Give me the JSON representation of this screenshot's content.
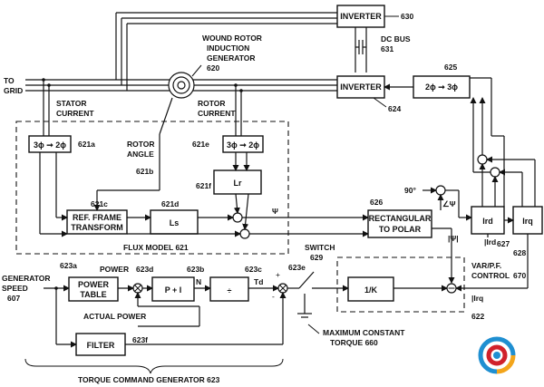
{
  "labels": {
    "inverter_top": "INVERTER",
    "ref_630": "630",
    "dc_bus": "DC BUS",
    "ref_631": "631",
    "wound_rotor_1": "WOUND ROTOR",
    "wound_rotor_2": "INDUCTION",
    "wound_rotor_3": "GENERATOR",
    "ref_620": "620",
    "to_grid_1": "TO",
    "to_grid_2": "GRID",
    "inverter_mid": "INVERTER",
    "ref_624": "624",
    "two_phi_three_phi": "2ϕ ➞ 3ϕ",
    "ref_625": "625",
    "stator_current_1": "STATOR",
    "stator_current_2": "CURRENT",
    "rotor_current_1": "ROTOR",
    "rotor_current_2": "CURRENT",
    "three_phi_two_phi_a": "3ϕ ➞ 2ϕ",
    "ref_621a": "621a",
    "rotor_angle_1": "ROTOR",
    "rotor_angle_2": "ANGLE",
    "ref_621b": "621b",
    "ref_621e": "621e",
    "three_phi_two_phi_e": "3ϕ ➞ 2ϕ",
    "ref_621f": "621f",
    "lr": "Lr",
    "ref_621c": "621c",
    "ref_621d": "621d",
    "ref_frame_1": "REF. FRAME",
    "ref_frame_2": "TRANSFORM",
    "ls": "Ls",
    "psi": "Ψ",
    "ref_626": "626",
    "rect_polar_1": "RECTANGULAR",
    "rect_polar_2": "TO POLAR",
    "deg_90": "90°",
    "angle_psi": "∠Ψ",
    "abs_psi": "|Ψ|",
    "ird": "Ird",
    "irq": "Irq",
    "ref_627": "627",
    "ref_628": "628",
    "abs_ird": "|Ird",
    "varpf_1": "VAR/P.F.",
    "varpf_2": "CONTROL",
    "ref_670": "670",
    "abs_irq": "|Irq",
    "flux_model": "FLUX MODEL 621",
    "switch": "SWITCH",
    "ref_629": "629",
    "generator_1": "GENERATOR",
    "generator_2": "SPEED",
    "ref_607": "607",
    "ref_623a": "623a",
    "power": "POWER",
    "ref_623d": "623d",
    "ref_623b": "623b",
    "ref_623c": "623c",
    "ref_623e": "623e",
    "power_table_1": "POWER",
    "power_table_2": "TABLE",
    "pi": "P + I",
    "n": "N",
    "div": "÷",
    "td": "Td",
    "one_over_k": "1/K",
    "actual_power": "ACTUAL POWER",
    "ref_622": "622",
    "filter": "FILTER",
    "ref_623f": "623f",
    "max_torque_1": "MAXIMUM CONSTANT",
    "max_torque_2": "TORQUE 660",
    "torque_gen": "TORQUE COMMAND GENERATOR 623"
  },
  "colors": {
    "logo_blue": "#1f8fd1",
    "logo_red": "#d0212b",
    "logo_orange": "#f3a51b",
    "ink": "#111111"
  },
  "icons": {
    "logo": "target-logo-icon"
  }
}
